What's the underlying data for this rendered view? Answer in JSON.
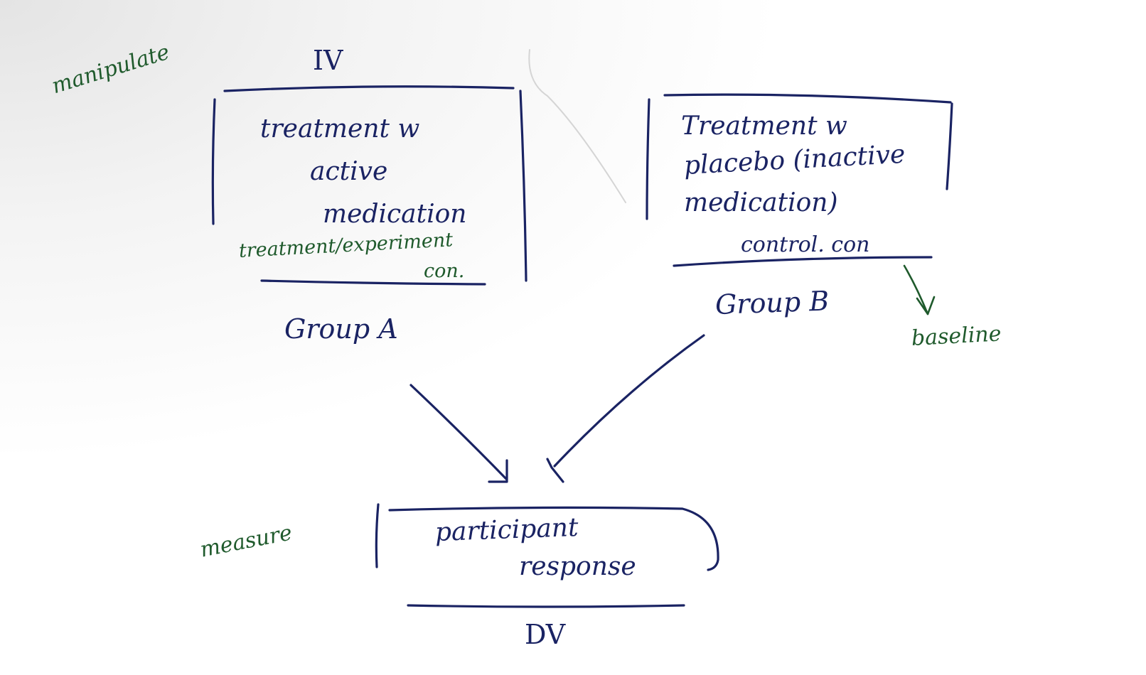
{
  "ink_colors": {
    "blue": "#1a2363",
    "green": "#1f5a2c"
  },
  "annotations": {
    "manipulate": "manipulate",
    "measure": "measure",
    "baseline": "baseline"
  },
  "iv": {
    "label": "IV"
  },
  "group_a": {
    "box_line1": "treatment w",
    "box_line2": "active",
    "box_line3": "medication",
    "condition_line1": "treatment/experiment",
    "condition_line2": "con.",
    "label": "Group A"
  },
  "group_b": {
    "box_line1": "Treatment   w",
    "box_line2": "placebo (inactive",
    "box_line3": "medication)",
    "condition": "control. con",
    "label": "Group B"
  },
  "dv": {
    "box_line1": "participant",
    "box_line2": "response",
    "label": "DV"
  }
}
